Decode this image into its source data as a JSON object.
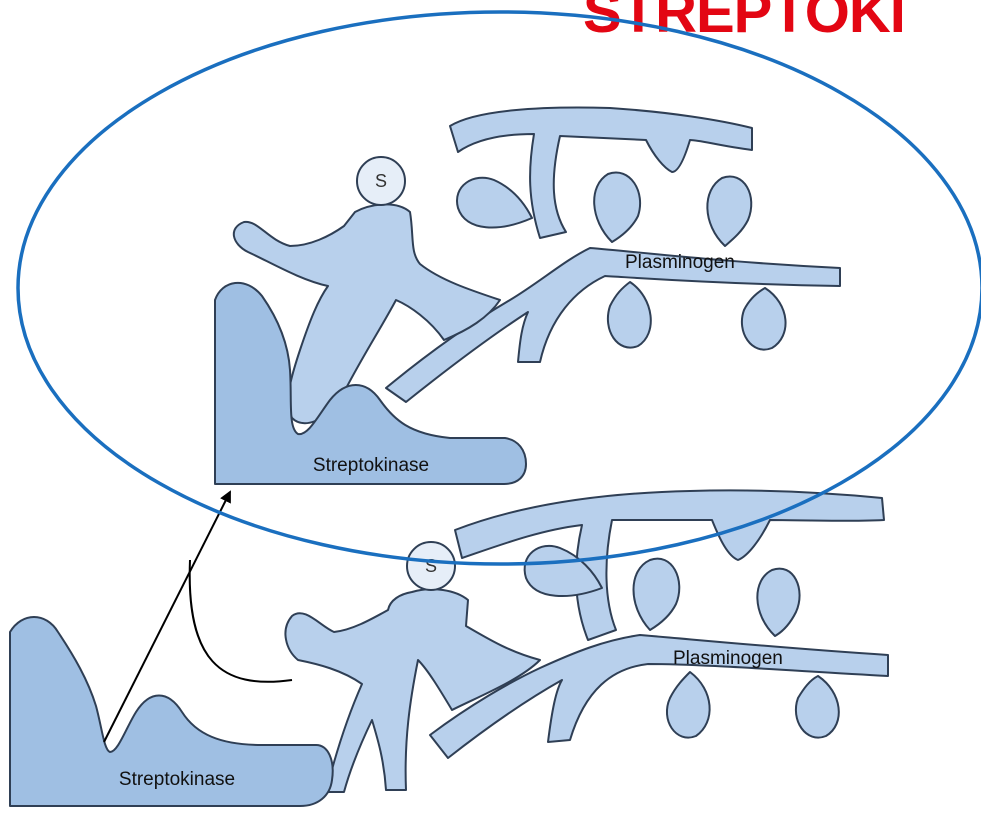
{
  "heading": {
    "text": "STREPTOKI",
    "color": "#e30613"
  },
  "colors": {
    "plasminogen_fill": "#b8d0ec",
    "streptokinase_fill": "#9fbfe3",
    "outline": "#2f3f55",
    "ellipse": "#1a6fbf",
    "arrow": "#000000"
  },
  "upper_complex": {
    "substrate_label": "S",
    "plasminogen_label": "Plasminogen",
    "streptokinase_label": "Streptokinase"
  },
  "lower_complex": {
    "substrate_label": "S",
    "plasminogen_label": "Plasminogen",
    "streptokinase_label": "Streptokinase"
  }
}
